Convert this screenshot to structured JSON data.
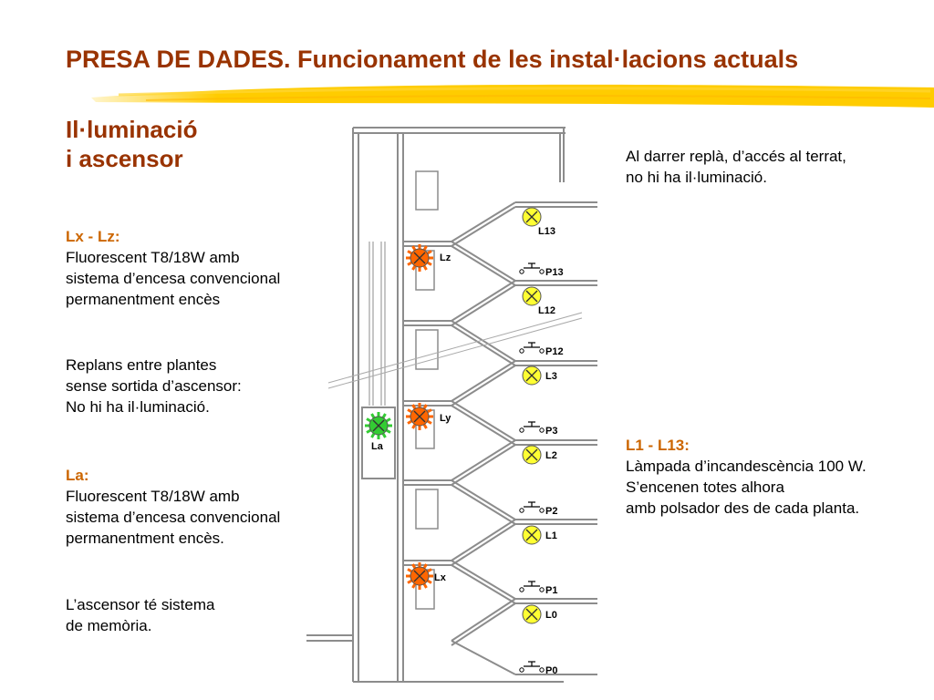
{
  "title": "PRESA DE DADES. Funcionament de les instal·lacions actuals",
  "subtitle": [
    "Il·luminació",
    "i ascensor"
  ],
  "left_notes": {
    "lxlz_header": "Lx - Lz:",
    "lxlz_lines": [
      "Fluorescent T8/18W amb",
      "sistema d’encesa convencional",
      "permanentment encès"
    ],
    "replans_lines": [
      "Replans entre plantes",
      "sense sortida d’ascensor:",
      "No hi ha il·luminació."
    ],
    "la_header": "La:",
    "la_lines": [
      "Fluorescent T8/18W amb",
      "sistema d’encesa convencional",
      "permanentment encès."
    ],
    "memoria_lines": [
      "L’ascensor té sistema",
      "de memòria."
    ]
  },
  "right_notes": {
    "top_lines": [
      "Al darrer replà, d’accés al terrat,",
      "no hi ha il·luminació."
    ],
    "l_header": "L1 - L13:",
    "l_lines": [
      "Làmpada d’incandescència 100 W.",
      "S’encenen totes alhora",
      "amb polsador des de cada planta."
    ]
  },
  "diagram": {
    "lamps_landing": [
      "L13",
      "L12",
      "L3",
      "L2",
      "L1",
      "L0"
    ],
    "pushbuttons": [
      "P13",
      "P12",
      "P3",
      "P2",
      "P1",
      "P0"
    ],
    "lamps_fluorescent": [
      "Lz",
      "Ly",
      "Lx"
    ],
    "lamp_elevator": "La",
    "colors": {
      "incandescent": "#ffff33",
      "fluorescent": "#ff6600",
      "elevator": "#33cc33",
      "title": "#993300",
      "header": "#cc6600"
    }
  }
}
